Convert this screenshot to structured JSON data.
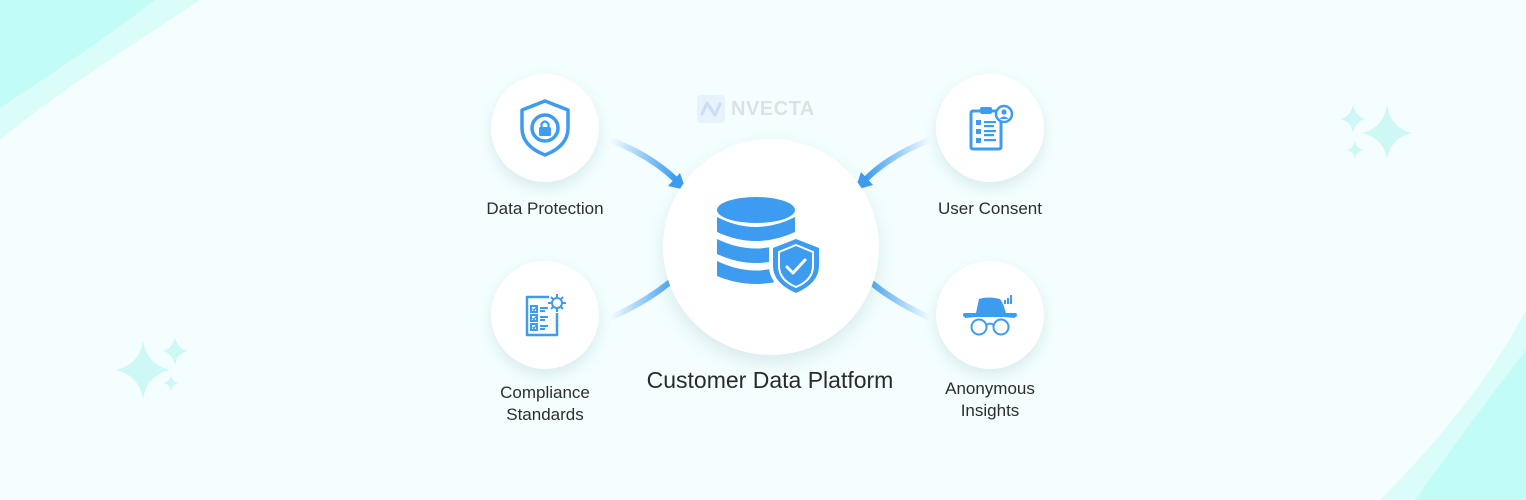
{
  "brand": {
    "logo_text": "NVECTA",
    "logo_icon": "nvecta-wave-icon"
  },
  "colors": {
    "background": "#f4fefe",
    "accent_cyan": "#c2fcf7",
    "icon_blue": "#3d9bf0",
    "text": "#2d2d2d"
  },
  "center": {
    "label": "Customer Data Platform",
    "icon": "database-shield-check-icon"
  },
  "nodes": [
    {
      "id": "data-protection",
      "label": "Data Protection",
      "icon": "shield-lock-icon",
      "position": "top-left"
    },
    {
      "id": "compliance-standards",
      "label": "Compliance\nStandards",
      "icon": "checklist-gear-icon",
      "position": "bottom-left"
    },
    {
      "id": "user-consent",
      "label": "User Consent",
      "icon": "clipboard-user-icon",
      "position": "top-right"
    },
    {
      "id": "anonymous-insights",
      "label": "Anonymous\nInsights",
      "icon": "incognito-hat-glasses-icon",
      "position": "bottom-right"
    }
  ],
  "arrows": [
    {
      "from": "data-protection",
      "to": "center"
    },
    {
      "from": "compliance-standards",
      "to": "center"
    },
    {
      "from": "user-consent",
      "to": "center"
    },
    {
      "from": "anonymous-insights",
      "to": "center"
    }
  ]
}
